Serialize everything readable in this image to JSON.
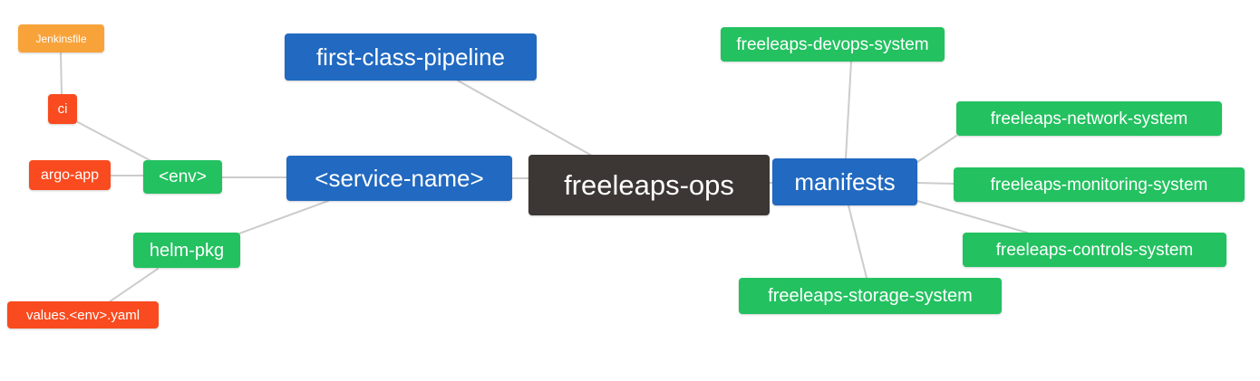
{
  "diagram": {
    "type": "mindmap",
    "root": "freeleaps_ops",
    "nodes": {
      "freeleaps_ops": {
        "label": "freeleaps-ops"
      },
      "first_class_pipeline": {
        "label": "first-class-pipeline"
      },
      "service_name": {
        "label": "<service-name>"
      },
      "manifests": {
        "label": "manifests"
      },
      "env": {
        "label": "<env>"
      },
      "ci": {
        "label": "ci"
      },
      "jenkinsfile": {
        "label": "Jenkinsfile"
      },
      "argo_app": {
        "label": "argo-app"
      },
      "helm_pkg": {
        "label": "helm-pkg"
      },
      "values_env_yaml": {
        "label": "values.<env>.yaml"
      },
      "devops_system": {
        "label": "freeleaps-devops-system"
      },
      "network_system": {
        "label": "freeleaps-network-system"
      },
      "monitoring_system": {
        "label": "freeleaps-monitoring-system"
      },
      "controls_system": {
        "label": "freeleaps-controls-system"
      },
      "storage_system": {
        "label": "freeleaps-storage-system"
      }
    },
    "edges": [
      [
        "jenkinsfile",
        "ci"
      ],
      [
        "ci",
        "env"
      ],
      [
        "argo_app",
        "env"
      ],
      [
        "env",
        "service_name"
      ],
      [
        "helm_pkg",
        "service_name"
      ],
      [
        "values_env_yaml",
        "helm_pkg"
      ],
      [
        "service_name",
        "freeleaps_ops"
      ],
      [
        "first_class_pipeline",
        "freeleaps_ops"
      ],
      [
        "freeleaps_ops",
        "manifests"
      ],
      [
        "manifests",
        "devops_system"
      ],
      [
        "manifests",
        "network_system"
      ],
      [
        "manifests",
        "monitoring_system"
      ],
      [
        "manifests",
        "controls_system"
      ],
      [
        "manifests",
        "storage_system"
      ]
    ]
  },
  "colors": {
    "root": "#3c3734",
    "branch": "#2169c1",
    "green": "#23c160",
    "red": "#f94b1f",
    "orange": "#f8a33a",
    "edge": "#cccccc",
    "node_text": "#ffffff",
    "background": "#ffffff"
  }
}
